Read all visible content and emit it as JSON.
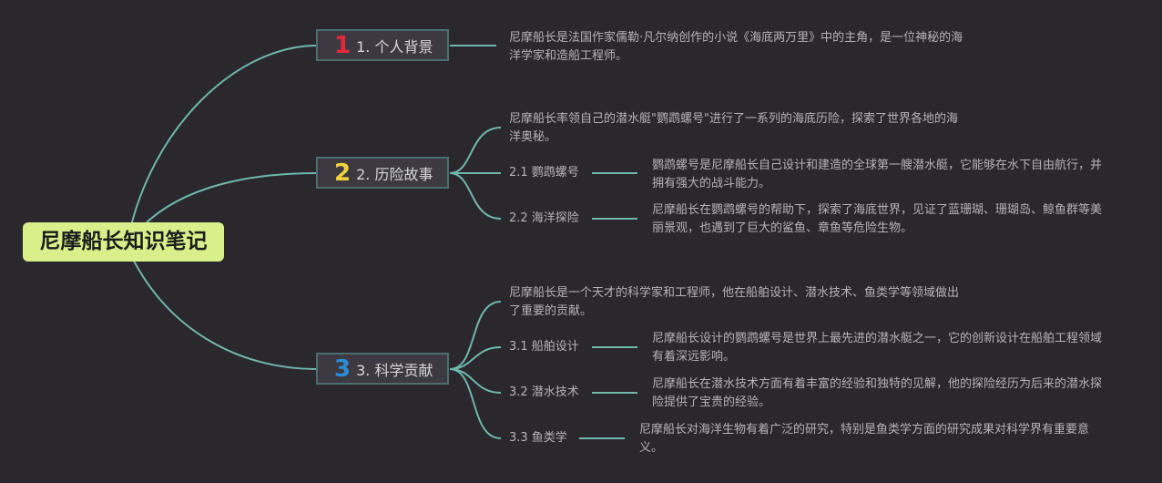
{
  "root": {
    "title": "尼摩船长知识笔记"
  },
  "branches": [
    {
      "badge": "1",
      "badge_color": "#e8263a",
      "label": "1. 个人背景",
      "desc": "尼摩船长是法国作家儒勒·凡尔纳创作的小说《海底两万里》中的主角，是一位神秘的海洋学家和造船工程师。",
      "subs": []
    },
    {
      "badge": "2",
      "badge_color": "#f2d13e",
      "label": "2. 历险故事",
      "desc": "尼摩船长率领自己的潜水艇\"鹦鹉螺号\"进行了一系列的海底历险，探索了世界各地的海洋奥秘。",
      "subs": [
        {
          "label": "2.1 鹦鹉螺号",
          "desc": "鹦鹉螺号是尼摩船长自己设计和建造的全球第一艘潜水艇，它能够在水下自由航行，并拥有强大的战斗能力。"
        },
        {
          "label": "2.2 海洋探险",
          "desc": "尼摩船长在鹦鹉螺号的帮助下，探索了海底世界，见证了蓝珊瑚、珊瑚岛、鲸鱼群等美丽景观，也遇到了巨大的鲨鱼、章鱼等危险生物。"
        }
      ]
    },
    {
      "badge": "3",
      "badge_color": "#2a8bd6",
      "label": "3. 科学贡献",
      "desc": "尼摩船长是一个天才的科学家和工程师，他在船舶设计、潜水技术、鱼类学等领域做出了重要的贡献。",
      "subs": [
        {
          "label": "3.1 船舶设计",
          "desc": "尼摩船长设计的鹦鹉螺号是世界上最先进的潜水艇之一，它的创新设计在船舶工程领域有着深远影响。"
        },
        {
          "label": "3.2 潜水技术",
          "desc": "尼摩船长在潜水技术方面有着丰富的经验和独特的见解，他的探险经历为后来的潜水探险提供了宝贵的经验。"
        },
        {
          "label": "3.3 鱼类学",
          "desc": "尼摩船长对海洋生物有着广泛的研究，特别是鱼类学方面的研究成果对科学界有重要意义。"
        }
      ]
    }
  ],
  "colors": {
    "background": "#2a272d",
    "root_fill": "#d8ef8a",
    "link": "#6fb7ad"
  }
}
